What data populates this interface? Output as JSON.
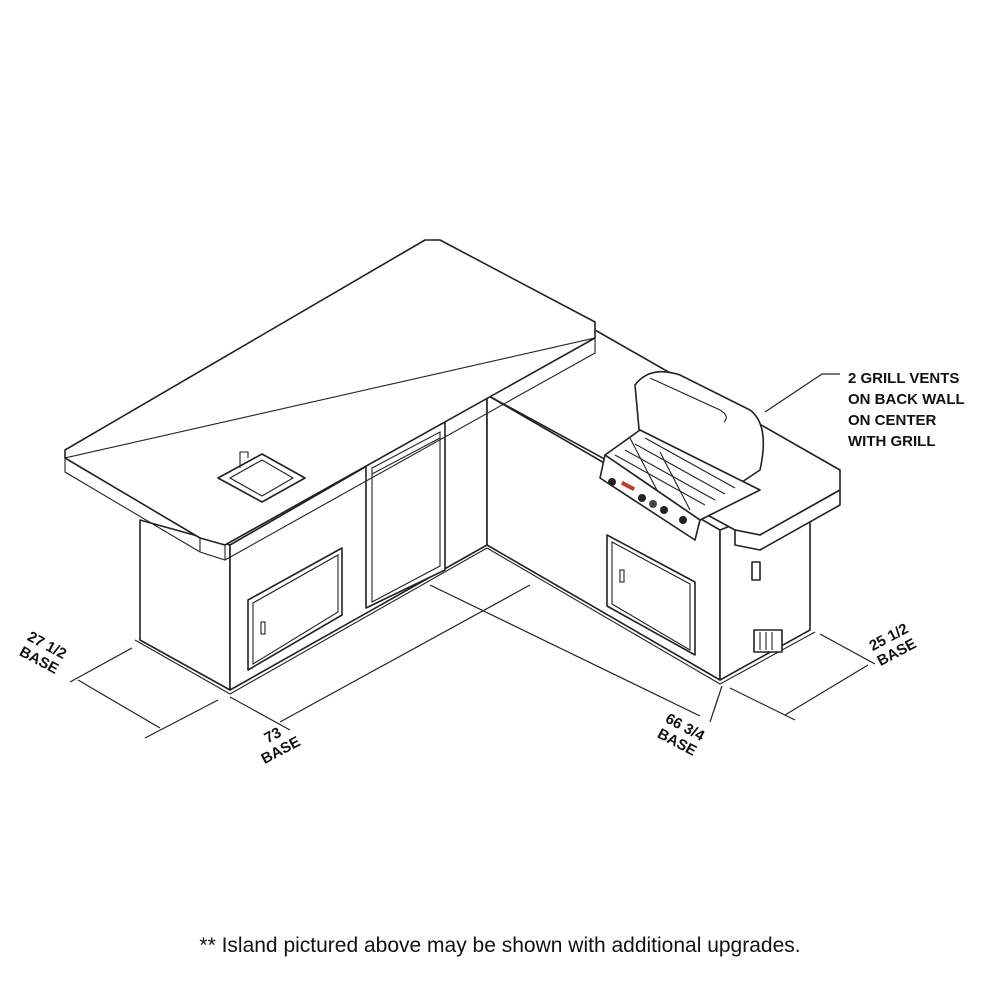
{
  "callout": {
    "lines": [
      "2 GRILL VENTS",
      "ON BACK WALL",
      "ON CENTER",
      "WITH GRILL"
    ]
  },
  "dimensions": [
    {
      "value": "27 1/2",
      "label": "BASE"
    },
    {
      "value": "73",
      "label": "BASE"
    },
    {
      "value": "66 3/4",
      "label": "BASE"
    },
    {
      "value": "25 1/2",
      "label": "BASE"
    }
  ],
  "caption": "** Island pictured above may be shown with additional upgrades.",
  "colors": {
    "line": "#222222",
    "knob_accent": "#c0392b"
  }
}
